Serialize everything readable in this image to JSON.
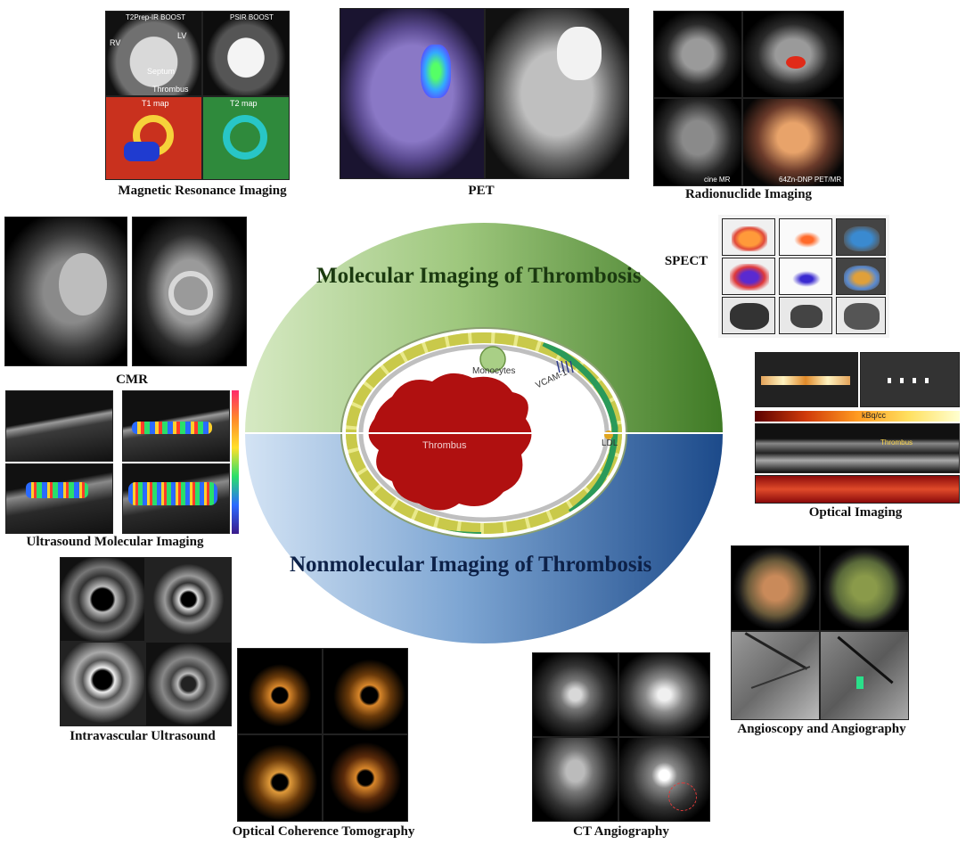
{
  "center": {
    "top_title": "Molecular Imaging of Thrombosis",
    "bottom_title": "Nonmolecular Imaging of Thrombosis",
    "colors": {
      "top_ring": "#4f8a2e",
      "top_ring_light": "#cfe5b8",
      "bottom_ring": "#1f4f8f",
      "bottom_ring_light": "#c9dcf0",
      "thrombus": "#b01010"
    },
    "vessel_labels": {
      "thrombus": "Thrombus",
      "monocytes": "Monocytes",
      "vcam": "VCAM-1",
      "ldl": "LDL"
    }
  },
  "panels": {
    "mri": {
      "caption": "Magnetic Resonance Imaging",
      "labels": {
        "top_left": "T2Prep-IR BOOST",
        "top_right": "PSIR BOOST",
        "rv": "RV",
        "lv": "LV",
        "septum": "Septum",
        "thrombus": "Thrombus",
        "t1": "T1 map",
        "t2": "T2 map"
      }
    },
    "pet": {
      "caption": "PET"
    },
    "radionuclide": {
      "caption": "Radionuclide Imaging",
      "labels": {
        "left": "cine MR",
        "right": "64Zn-DNP PET/MR"
      }
    },
    "spect": {
      "caption": "SPECT"
    },
    "cmr": {
      "caption": "CMR"
    },
    "optical": {
      "caption": "Optical Imaging",
      "labels": {
        "scale": "kBq/cc",
        "thrombus": "Thrombus"
      }
    },
    "ultrasound": {
      "caption": "Ultrasound Molecular Imaging"
    },
    "ivus": {
      "caption": "Intravascular Ultrasound"
    },
    "oct": {
      "caption": "Optical Coherence Tomography"
    },
    "cta": {
      "caption": "CT Angiography"
    },
    "angio": {
      "caption": "Angioscopy and Angiography"
    }
  }
}
